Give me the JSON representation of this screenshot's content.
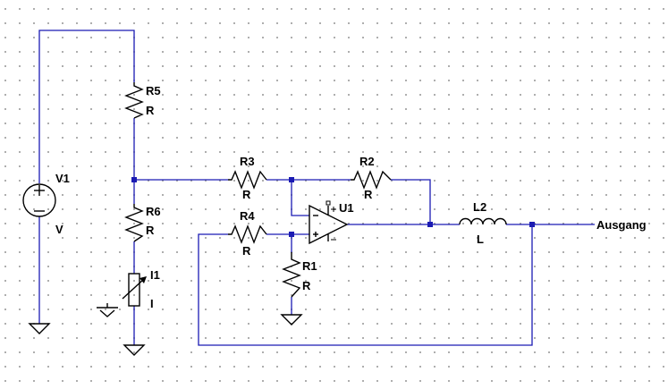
{
  "colors": {
    "wire": "#1b1bb3",
    "component": "#000000",
    "background": "#ffffff",
    "grid_dot": "#9a9a9a"
  },
  "components": {
    "v1": {
      "name": "V1",
      "value": "V"
    },
    "r5": {
      "name": "R5",
      "value": "R"
    },
    "r6": {
      "name": "R6",
      "value": "R"
    },
    "i1": {
      "name": "I1",
      "value": "I"
    },
    "r3": {
      "name": "R3",
      "value": "R"
    },
    "r2": {
      "name": "R2",
      "value": "R"
    },
    "r4": {
      "name": "R4",
      "value": "R"
    },
    "r1": {
      "name": "R1",
      "value": "R"
    },
    "u1": {
      "name": "U1"
    },
    "l2": {
      "name": "L2",
      "value": "L"
    }
  },
  "net_labels": {
    "output": "Ausgang"
  }
}
